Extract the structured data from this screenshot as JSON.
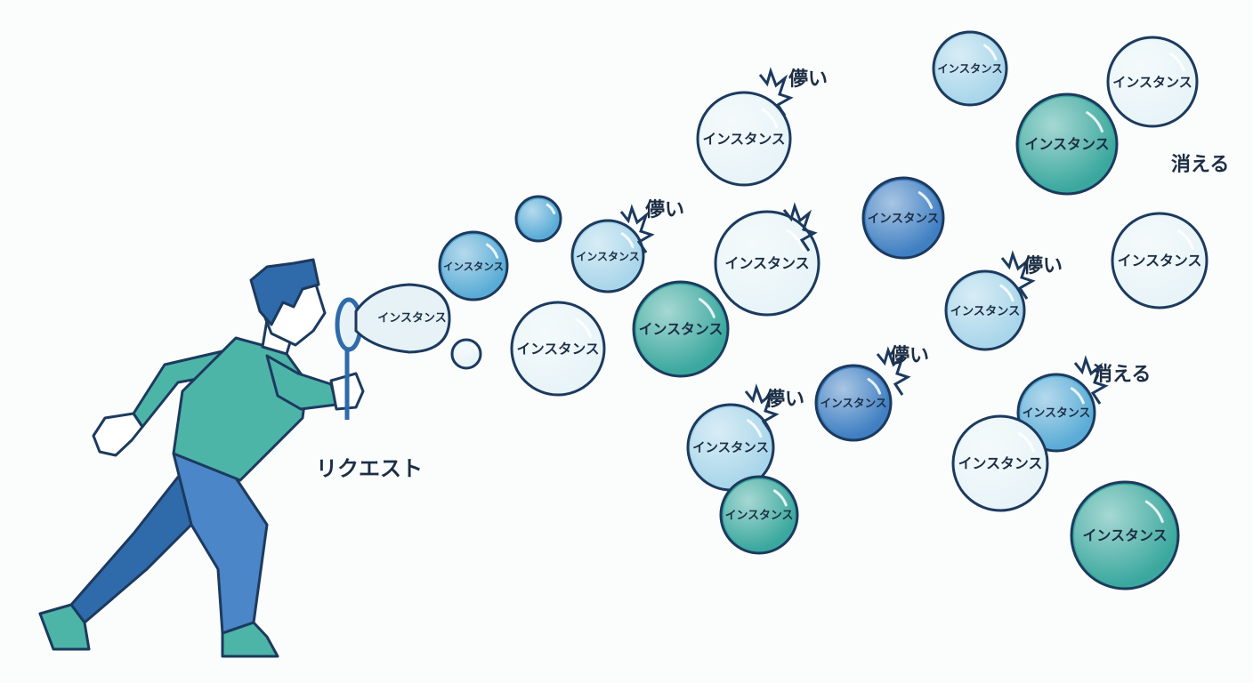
{
  "labels": {
    "request": "リクエスト",
    "instance": "インスタンス",
    "fragile": "儚い",
    "vanish": "消える"
  },
  "colors": {
    "outline": "#1c3a5e",
    "pale": "#e8f4f8",
    "light": "#a9d6ea",
    "mid": "#5aacd6",
    "dark": "#3f7fc2",
    "teal": "#3aa89e",
    "man_shirt": "#4db4a8",
    "man_pants": "#4a86c8",
    "man_hair": "#2f6aaa"
  },
  "icons": {
    "person": "person-blowing-bubbles-icon",
    "wand": "bubble-wand-icon",
    "pop": "pop-burst-icon"
  }
}
